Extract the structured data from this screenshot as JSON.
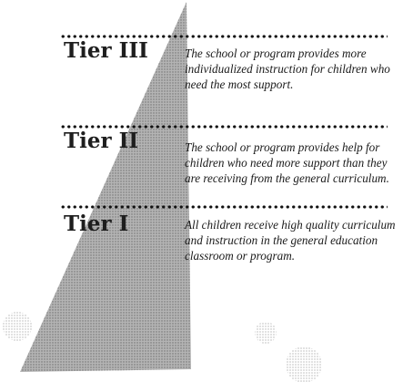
{
  "tiers": [
    {
      "name": "Tier III",
      "description": "The school or program provides more individualized instruction for children who need the most support."
    },
    {
      "name": "Tier II",
      "description": "The school or program provides help for children who need more support than they are receiving from the general curriculum."
    },
    {
      "name": "Tier I",
      "description": "All children receive high quality curriculum and instruction in the general education classroom or program."
    }
  ],
  "colors": {
    "triangle": "#a9a9a9",
    "dots": "#111111",
    "text": "#1a1a1a"
  }
}
